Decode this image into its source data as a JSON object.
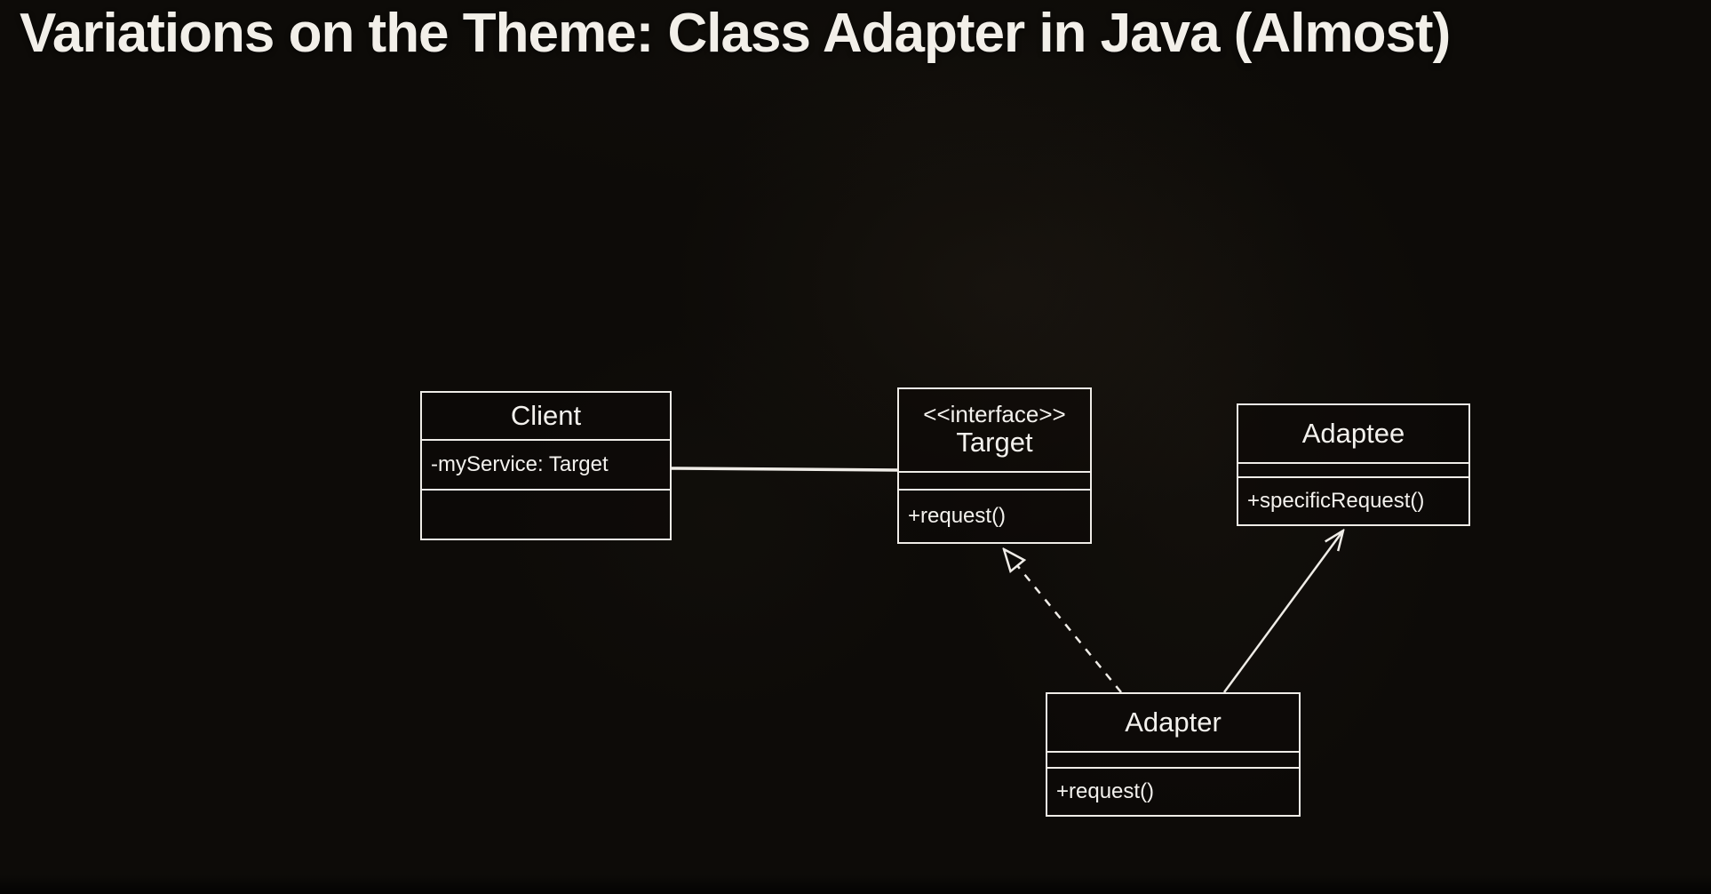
{
  "slide": {
    "title": "Variations on the Theme: Class Adapter in Java (Almost)"
  },
  "classes": {
    "client": {
      "name": "Client",
      "attributes": [
        "-myService: Target"
      ],
      "methods": []
    },
    "target": {
      "stereotype": "<<interface>>",
      "name": "Target",
      "attributes": [],
      "methods": [
        "+request()"
      ]
    },
    "adaptee": {
      "name": "Adaptee",
      "attributes": [],
      "methods": [
        "+specificRequest()"
      ]
    },
    "adapter": {
      "name": "Adapter",
      "attributes": [],
      "methods": [
        "+request()"
      ]
    }
  },
  "relations": [
    {
      "type": "association",
      "from": "Client",
      "to": "Target",
      "line": "solid"
    },
    {
      "type": "realization",
      "from": "Adapter",
      "to": "Target",
      "line": "dashed",
      "arrowhead": "hollow-triangle"
    },
    {
      "type": "generalization",
      "from": "Adapter",
      "to": "Adaptee",
      "line": "solid",
      "arrowhead": "open"
    }
  ],
  "colors": {
    "background": "#0d0b08",
    "box_border": "#efece7",
    "text": "#f3f1ed"
  }
}
